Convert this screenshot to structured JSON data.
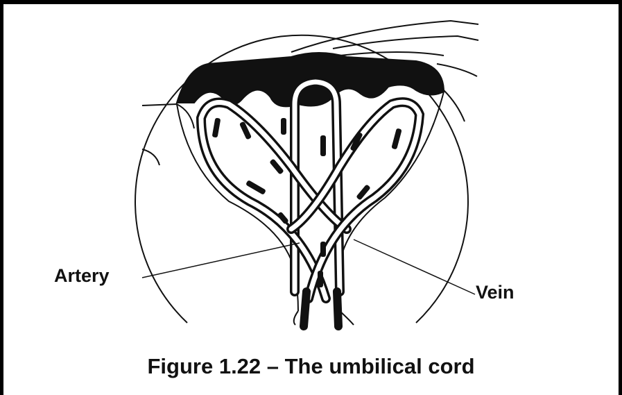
{
  "labels": {
    "artery": "Artery",
    "vein": "Vein"
  },
  "caption": "Figure 1.22 – The umbilical cord",
  "colors": {
    "ink": "#111111",
    "background": "#ffffff",
    "frame": "#000000"
  }
}
